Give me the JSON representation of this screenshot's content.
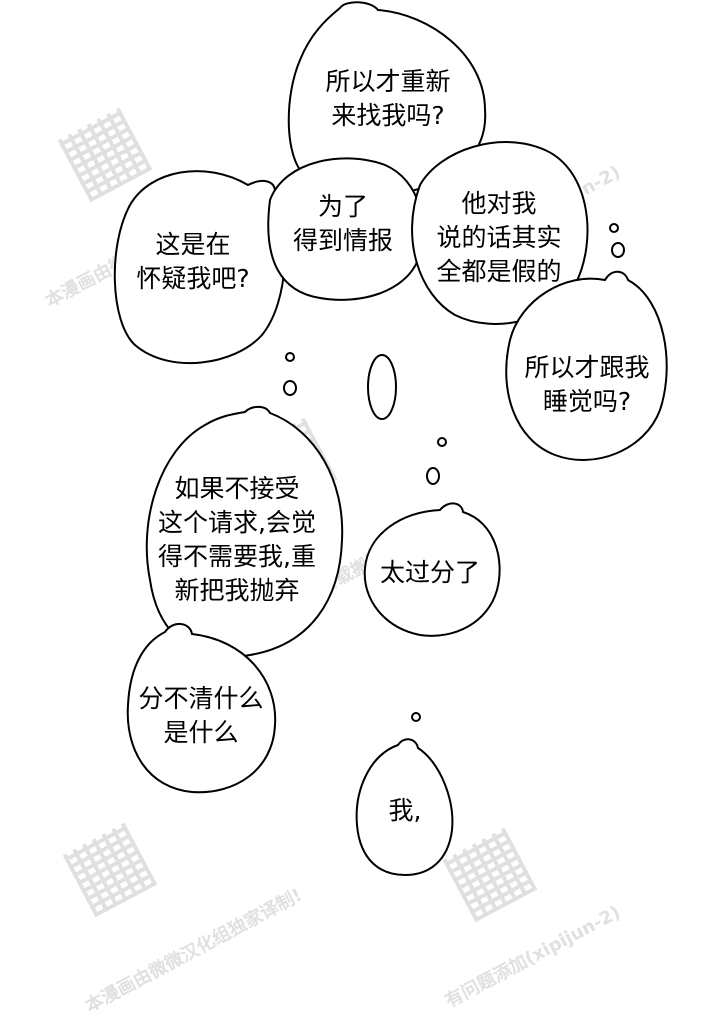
{
  "bubbles": [
    {
      "id": "b1",
      "lines": [
        "所以才重新",
        "来找我吗?"
      ]
    },
    {
      "id": "b2",
      "lines": [
        "这是在",
        "怀疑我吧?"
      ]
    },
    {
      "id": "b3",
      "lines": [
        "为了",
        "得到情报"
      ]
    },
    {
      "id": "b4",
      "lines": [
        "他对我",
        "说的话其实",
        "全都是假的"
      ]
    },
    {
      "id": "b5",
      "lines": [
        "所以才跟我",
        "睡觉吗?"
      ]
    },
    {
      "id": "b6",
      "lines": [
        "如果不接受",
        "这个请求,会觉",
        "得不需要我,重",
        "新把我抛弃"
      ]
    },
    {
      "id": "b7",
      "lines": [
        "太过分了"
      ]
    },
    {
      "id": "b8",
      "lines": [
        "分不清什么",
        "是什么"
      ]
    },
    {
      "id": "b9",
      "lines": [
        "我,"
      ]
    }
  ],
  "watermark": {
    "line1": "本漫画由微微汉化组独家译制!",
    "line2": "严禁私自转载搬运",
    "line3": "有问题添加(xipijun-2)"
  }
}
